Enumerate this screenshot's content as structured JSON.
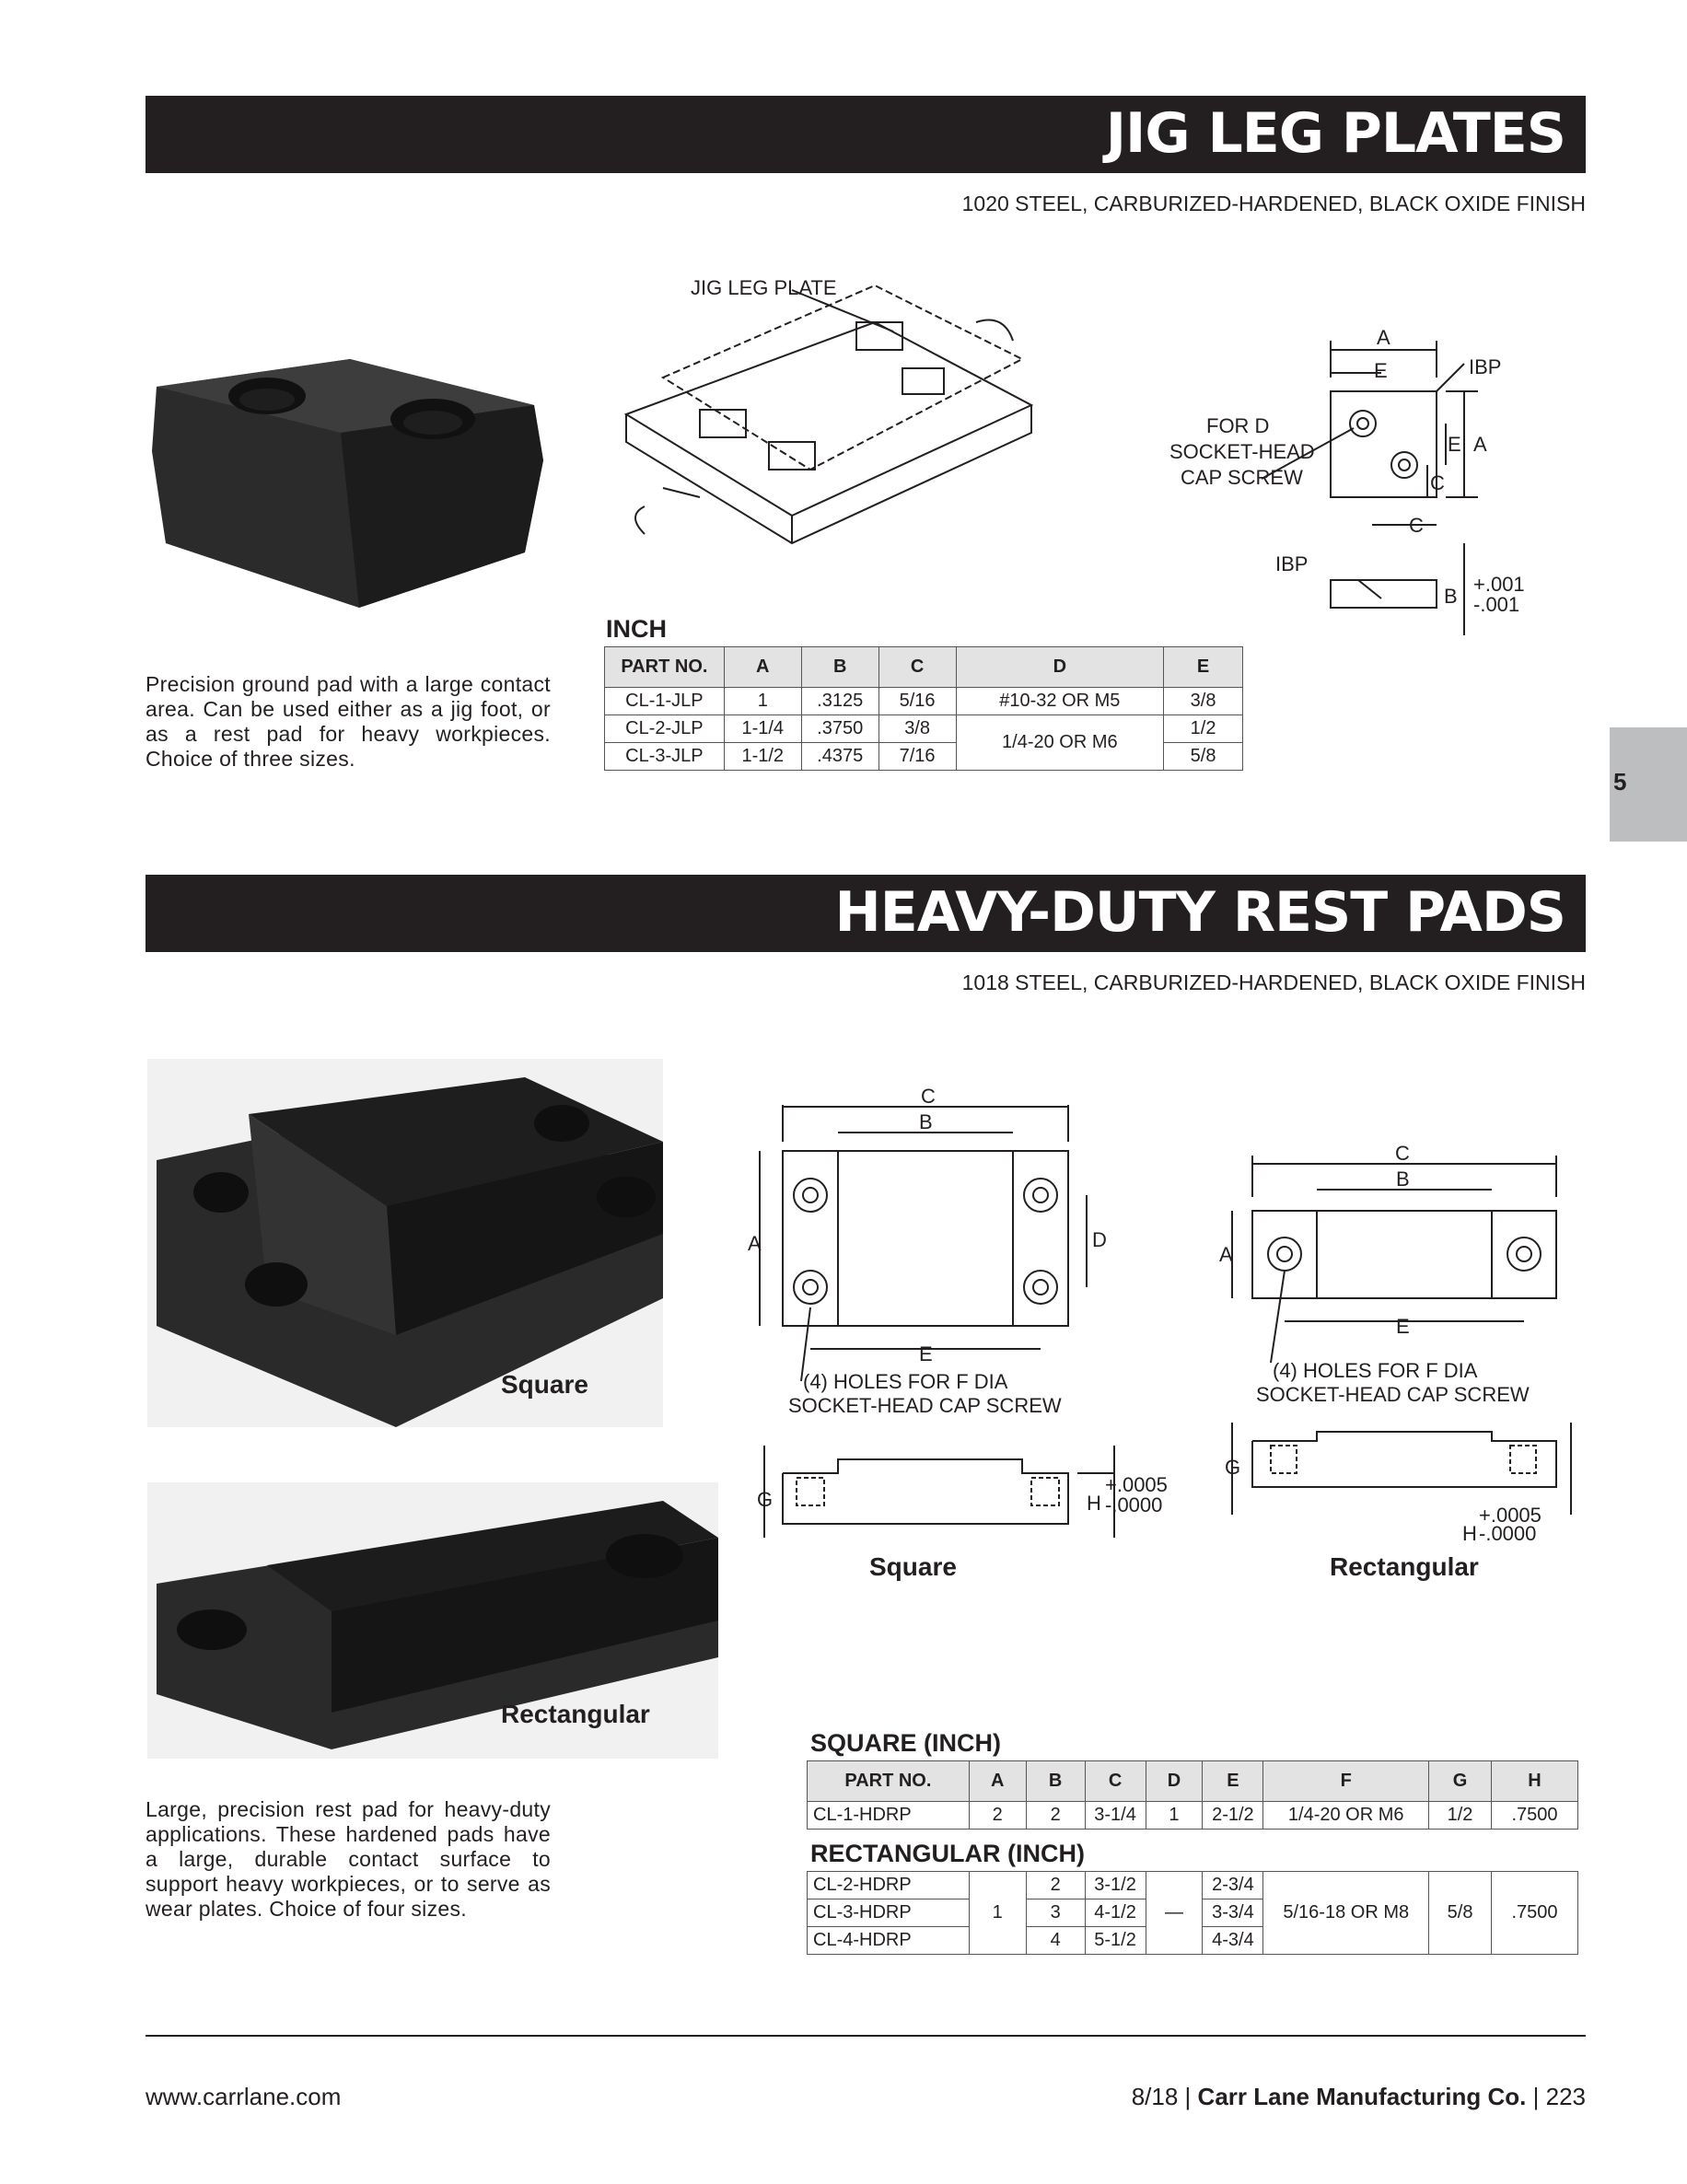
{
  "jig": {
    "title": "JIG LEG PLATES",
    "material": "1020 STEEL, CARBURIZED-HARDENED, BLACK OXIDE FINISH",
    "drawing_label": "JIG LEG PLATE",
    "dim": {
      "a": "A",
      "e": "E",
      "ibp": "IBP",
      "for_d_1": "FOR D",
      "for_d_2": "SOCKET-HEAD",
      "for_d_3": "CAP SCREW",
      "c": "C",
      "b": "B",
      "tol_plus": "+.001",
      "tol_minus": "-.001"
    },
    "description": "Precision ground pad with a large contact area. Can be used either as a jig foot, or as a rest pad for heavy workpieces. Choice of three sizes.",
    "table_title": "INCH",
    "headers": [
      "PART NO.",
      "A",
      "B",
      "C",
      "D",
      "E"
    ],
    "rows": [
      [
        "CL-1-JLP",
        "1",
        ".3125",
        "5/16",
        "#10-32 OR M5",
        "3/8"
      ],
      [
        "CL-2-JLP",
        "1-1/4",
        ".3750",
        "3/8",
        "1/4-20 OR M6",
        "1/2"
      ],
      [
        "CL-3-JLP",
        "1-1/2",
        ".4375",
        "7/16",
        "",
        "5/8"
      ]
    ]
  },
  "side_tab": "5",
  "rest": {
    "title": "HEAVY-DUTY REST PADS",
    "material": "1018 STEEL, CARBURIZED-HARDENED, BLACK OXIDE FINISH",
    "photo_square": "Square",
    "photo_rect": "Rectangular",
    "drawing_square": "Square",
    "drawing_rect": "Rectangular",
    "dim": {
      "a": "A",
      "b": "B",
      "c": "C",
      "d": "D",
      "e": "E",
      "g": "G",
      "h": "H",
      "holes_1": "(4) HOLES FOR F DIA",
      "holes_2": "SOCKET-HEAD CAP SCREW",
      "tol_plus": "+.0005",
      "tol_minus": "-.0000"
    },
    "description": "Large, precision rest pad for heavy-duty applications. These hardened pads have a large, durable contact surface to support heavy workpieces, or to serve as wear plates. Choice of four sizes.",
    "square_title": "SQUARE (INCH)",
    "rect_title": "RECTANGULAR (INCH)",
    "headers": [
      "PART NO.",
      "A",
      "B",
      "C",
      "D",
      "E",
      "F",
      "G",
      "H"
    ],
    "square_row": [
      "CL-1-HDRP",
      "2",
      "2",
      "3-1/4",
      "1",
      "2-1/2",
      "1/4-20 OR M6",
      "1/2",
      ".7500"
    ],
    "rect_rows": [
      [
        "CL-2-HDRP",
        "2",
        "3-1/2",
        "2-3/4"
      ],
      [
        "CL-3-HDRP",
        "3",
        "4-1/2",
        "3-3/4"
      ],
      [
        "CL-4-HDRP",
        "4",
        "5-1/2",
        "4-3/4"
      ]
    ],
    "rect_shared": {
      "a": "1",
      "d": "—",
      "f": "5/16-18 OR M8",
      "g": "5/8",
      "h": ".7500"
    }
  },
  "footer": {
    "url": "www.carrlane.com",
    "date": "8/18",
    "company": "Carr Lane Manufacturing Co.",
    "page": "223",
    "sep": "|"
  }
}
